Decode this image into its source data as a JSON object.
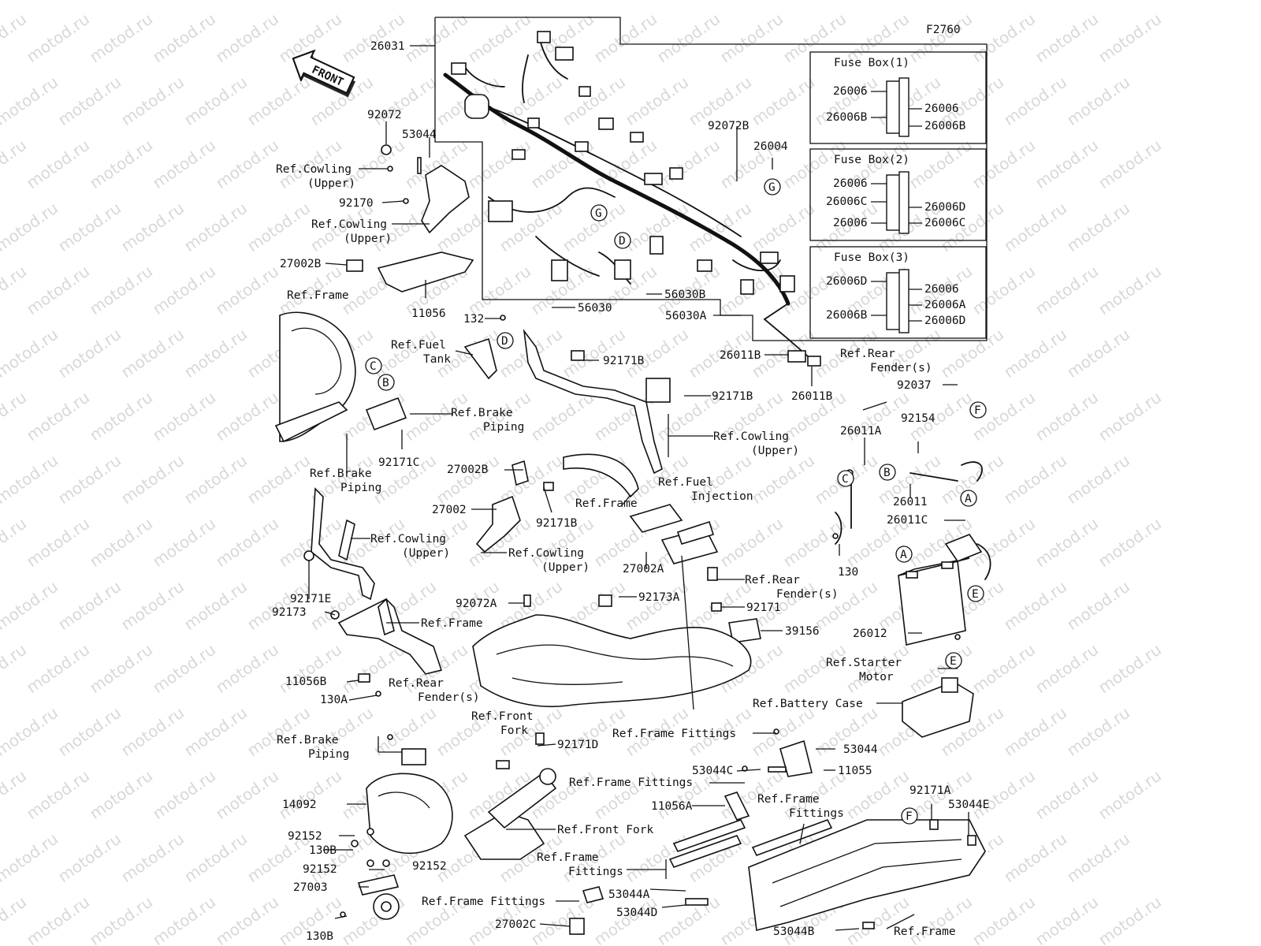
{
  "figure_code": "F2760",
  "front_label": "FRONT",
  "watermark": "motod.ru",
  "fuse_boxes": [
    {
      "title": "Fuse Box(1)",
      "labels": [
        "26006",
        "26006B",
        "26006",
        "26006B"
      ]
    },
    {
      "title": "Fuse Box(2)",
      "labels": [
        "26006",
        "26006C",
        "26006",
        "26006D",
        "26006C"
      ]
    },
    {
      "title": "Fuse Box(3)",
      "labels": [
        "26006D",
        "26006B",
        "26006",
        "26006A",
        "26006D"
      ]
    }
  ],
  "labels": [
    "26031",
    "92072",
    "53044",
    "Ref.Cowling",
    "(Upper)",
    "92170",
    "Ref.Cowling",
    "(Upper)",
    "27002B",
    "11056",
    "Ref.Frame",
    "132",
    "Ref.Fuel",
    "Tank",
    "92171B",
    "92171B",
    "Ref.Brake",
    "Piping",
    "92171C",
    "Ref.Brake",
    "Piping",
    "27002B",
    "27002",
    "92171B",
    "Ref.Frame",
    "Ref.Cowling",
    "(Upper)",
    "Ref.Fuel",
    "Injection",
    "Ref.Cowling",
    "(Upper)",
    "Ref.Cowling",
    "(Upper)",
    "27002A",
    "92171E",
    "92173",
    "92072A",
    "92173A",
    "Ref.Rear",
    "Fender(s)",
    "92171",
    "39156",
    "Ref.Frame",
    "11056B",
    "Ref.Rear",
    "Fender(s)",
    "130A",
    "92072B",
    "26004",
    "56030B",
    "56030",
    "56030A",
    "26011B",
    "26011B",
    "Ref.Rear",
    "Fender(s)",
    "92037",
    "26011A",
    "92154",
    "26011",
    "26011C",
    "130",
    "26012",
    "Ref.Starter",
    "Motor",
    "Ref.Battery Case",
    "Ref.Front",
    "Fork",
    "92171D",
    "Ref.Frame Fittings",
    "53044",
    "53044C",
    "11055",
    "Ref.Frame Fittings",
    "Ref.Brake",
    "Piping",
    "14092",
    "11056A",
    "Ref.Frame",
    "Fittings",
    "92171A",
    "53044E",
    "Ref.Front Fork",
    "92152",
    "130B",
    "92152",
    "92152",
    "27003",
    "130B",
    "Ref.Frame",
    "Fittings",
    "53044A",
    "53044D",
    "Ref.Frame Fittings",
    "27002C",
    "53044B",
    "Ref.Frame"
  ],
  "connector_callouts": [
    "G",
    "D",
    "G",
    "D",
    "C",
    "B",
    "C",
    "B",
    "A",
    "F",
    "A",
    "E",
    "E",
    "F"
  ]
}
